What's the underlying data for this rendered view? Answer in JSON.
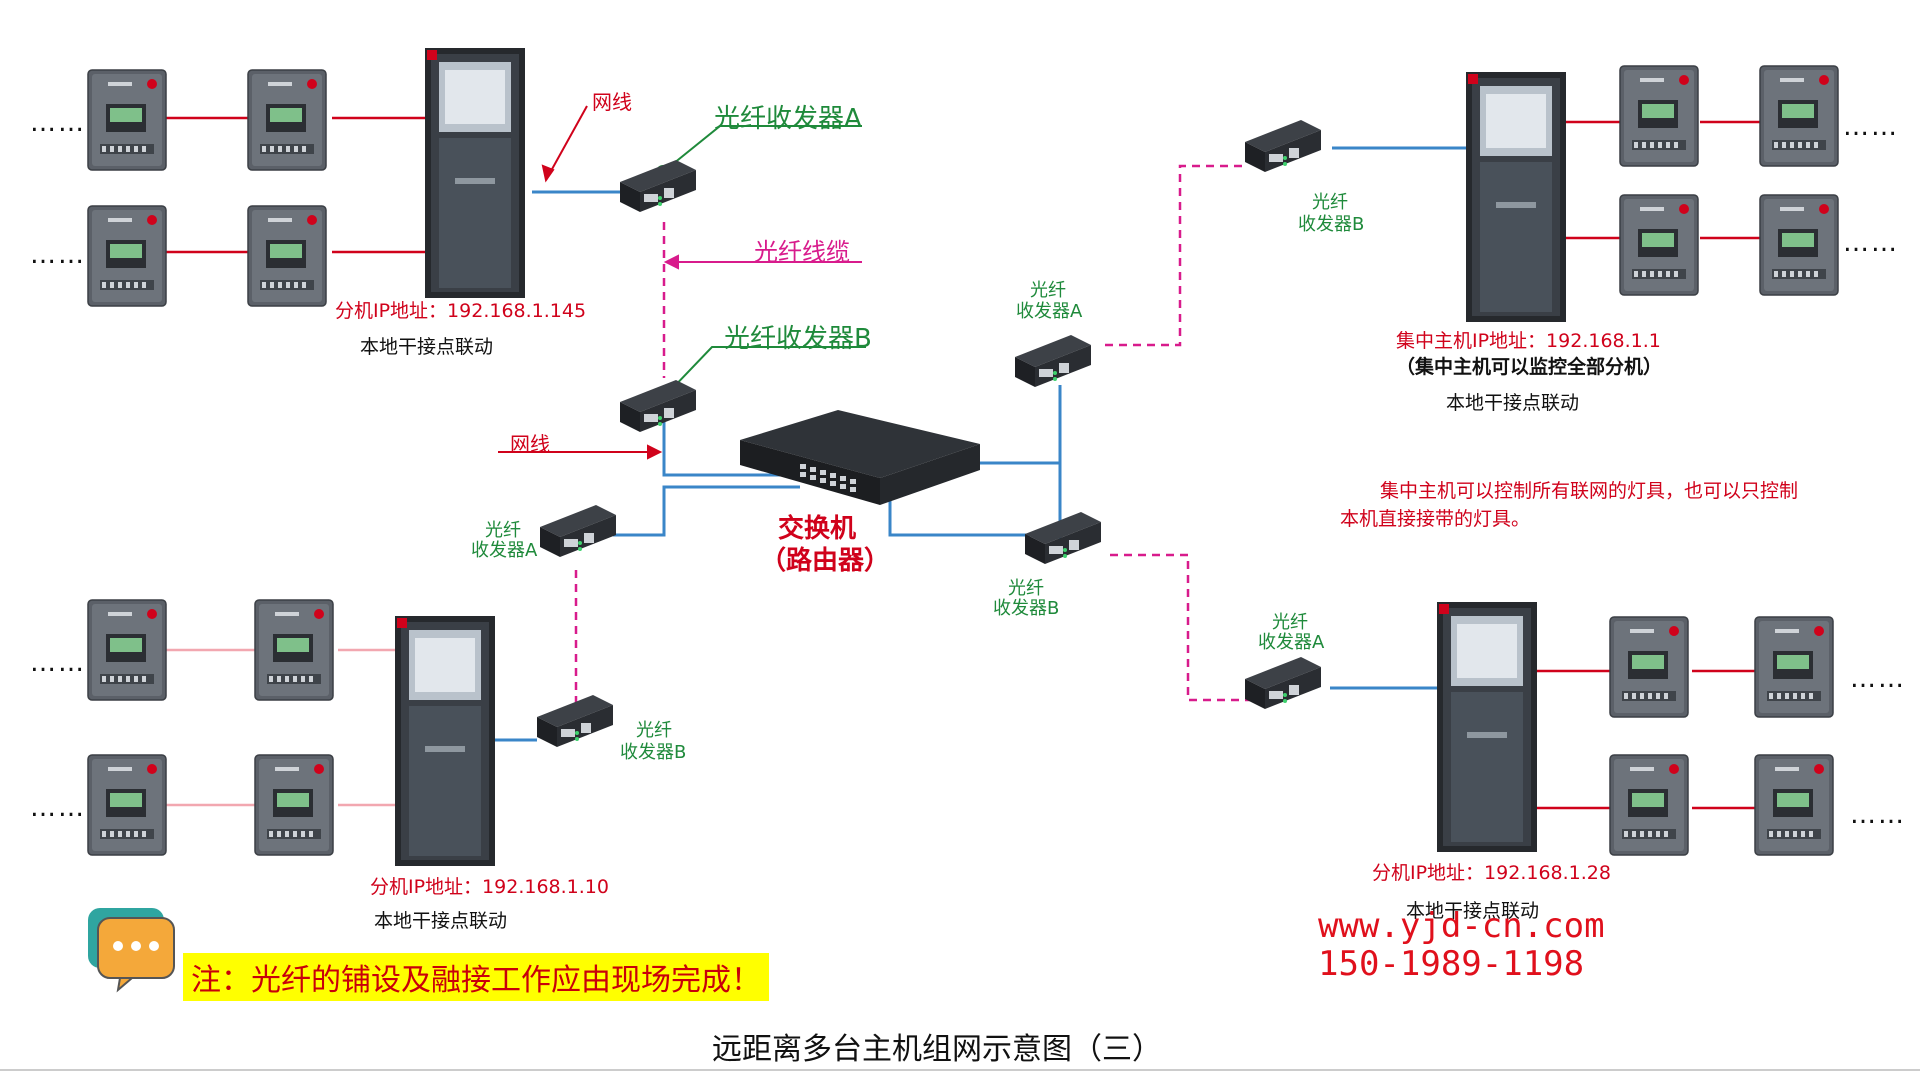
{
  "title": "远距离多台主机组网示意图（三）",
  "switch": {
    "label_1": "交换机",
    "label_2": "（路由器）"
  },
  "labels": {
    "net_cable": "网线",
    "fiber_a": "光纤收发器A",
    "fiber_b": "光纤收发器B",
    "fiber_cable": "光纤线缆",
    "fiber_short": "光纤",
    "trans_a": "收发器A",
    "trans_b": "收发器B",
    "local_link": "本地干接点联动",
    "ellipsis": "……"
  },
  "hosts": {
    "top_left": {
      "ip": "分机IP地址：192.168.1.145",
      "note": "本地干接点联动"
    },
    "top_right": {
      "ip": "集中主机IP地址：192.168.1.1",
      "sub": "（集中主机可以监控全部分机）",
      "note": "本地干接点联动"
    },
    "bottom_left": {
      "ip": "分机IP地址：192.168.1.10",
      "note": "本地干接点联动"
    },
    "bottom_right": {
      "ip": "分机IP地址：192.168.1.28",
      "note": "本地干接点联动"
    }
  },
  "description": {
    "line1": "集中主机可以控制所有联网的灯具，也可以只控制",
    "line2": "本机直接接带的灯具。"
  },
  "note": "注：光纤的铺设及融接工作应由现场完成！",
  "contact": {
    "website": "www.yjd-cn.com",
    "phone": "150-1989-1198"
  },
  "colors": {
    "red": "#d0021b",
    "green": "#1f8a3b",
    "magenta": "#d81b8c",
    "blue": "#3a86c8",
    "fiber": "#d81b8c",
    "highlight": "#ffff00"
  },
  "icons": [
    "chat-bubble-icon",
    "fiber-transceiver-icon",
    "network-switch-icon",
    "control-cabinet-icon",
    "distribution-box-icon"
  ]
}
